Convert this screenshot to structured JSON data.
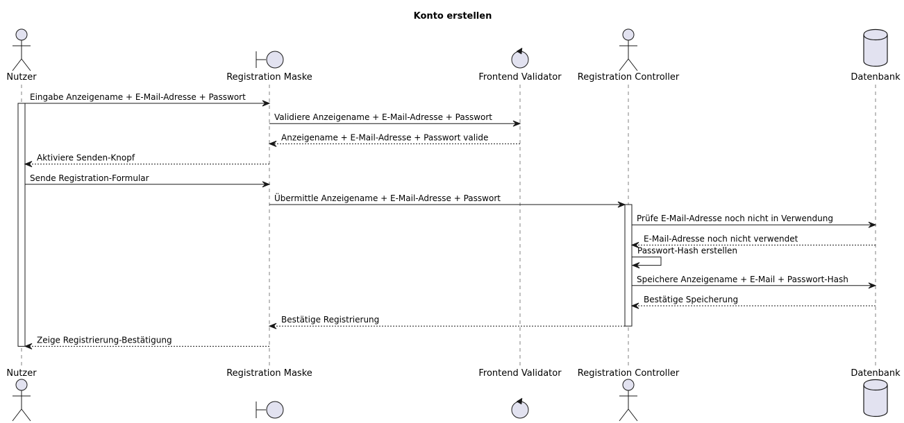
{
  "diagram": {
    "title": "Konto erstellen",
    "participants": [
      {
        "id": "nutzer",
        "label": "Nutzer",
        "kind": "actor"
      },
      {
        "id": "maske",
        "label": "Registration Maske",
        "kind": "boundary"
      },
      {
        "id": "validator",
        "label": "Frontend Validator",
        "kind": "control"
      },
      {
        "id": "controller",
        "label": "Registration Controller",
        "kind": "actor"
      },
      {
        "id": "db",
        "label": "Datenbank",
        "kind": "database"
      }
    ],
    "messages": [
      {
        "from": "nutzer",
        "to": "maske",
        "label": "Eingabe Anzeigename + E-Mail-Adresse + Passwort",
        "style": "solid"
      },
      {
        "from": "maske",
        "to": "validator",
        "label": "Validiere Anzeigename + E-Mail-Adresse + Passwort",
        "style": "solid"
      },
      {
        "from": "validator",
        "to": "maske",
        "label": "Anzeigename + E-Mail-Adresse + Passwort valide",
        "style": "dashed"
      },
      {
        "from": "maske",
        "to": "nutzer",
        "label": "Aktiviere Senden-Knopf",
        "style": "dashed"
      },
      {
        "from": "nutzer",
        "to": "maske",
        "label": "Sende Registration-Formular",
        "style": "solid"
      },
      {
        "from": "maske",
        "to": "controller",
        "label": "Übermittle Anzeigename + E-Mail-Adresse + Passwort",
        "style": "solid"
      },
      {
        "from": "controller",
        "to": "db",
        "label": "Prüfe E-Mail-Adresse noch nicht in Verwendung",
        "style": "solid"
      },
      {
        "from": "db",
        "to": "controller",
        "label": "E-Mail-Adresse noch nicht verwendet",
        "style": "dashed"
      },
      {
        "from": "controller",
        "to": "controller",
        "label": "Passwort-Hash erstellen",
        "style": "solid"
      },
      {
        "from": "controller",
        "to": "db",
        "label": "Speichere Anzeigename + E-Mail + Passwort-Hash",
        "style": "solid"
      },
      {
        "from": "db",
        "to": "controller",
        "label": "Bestätige Speicherung",
        "style": "dashed"
      },
      {
        "from": "controller",
        "to": "maske",
        "label": "Bestätige Registrierung",
        "style": "dashed"
      },
      {
        "from": "maske",
        "to": "nutzer",
        "label": "Zeige Registrierung-Bestätigung",
        "style": "dashed"
      }
    ],
    "activations": [
      {
        "participant": "nutzer",
        "from_message": 0,
        "to_message": 12
      },
      {
        "participant": "controller",
        "from_message": 5,
        "to_message": 11
      }
    ],
    "colors": {
      "participant_fill": "#e2e2f0",
      "participant_stroke": "#181818",
      "lifeline": "#808080",
      "arrow": "#181818"
    }
  }
}
